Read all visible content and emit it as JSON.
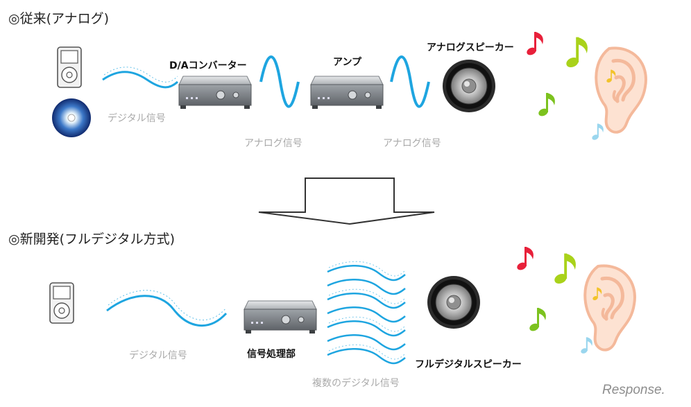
{
  "sections": {
    "top_title": "◎従来(アナログ)",
    "bottom_title": "◎新開発(フルデジタル方式)"
  },
  "top": {
    "da_label": "D/Aコンバーター",
    "amp_label": "アンプ",
    "speaker_label": "アナログスピーカー",
    "digital_signal": "デジタル信号",
    "analog_signal_1": "アナログ信号",
    "analog_signal_2": "アナログ信号"
  },
  "bottom": {
    "digital_signal": "デジタル信号",
    "processor_label": "信号処理部",
    "multi_digital_signal": "複数のデジタル信号",
    "speaker_label": "フルデジタルスピーカー"
  },
  "watermark": "Response.",
  "colors": {
    "wave": "#1ea5e0",
    "note_red": "#e8203a",
    "note_green": "#7cc21e",
    "note_lime": "#a9d21a",
    "note_blue": "#9ad6ee",
    "ear": "#f4b99b"
  }
}
